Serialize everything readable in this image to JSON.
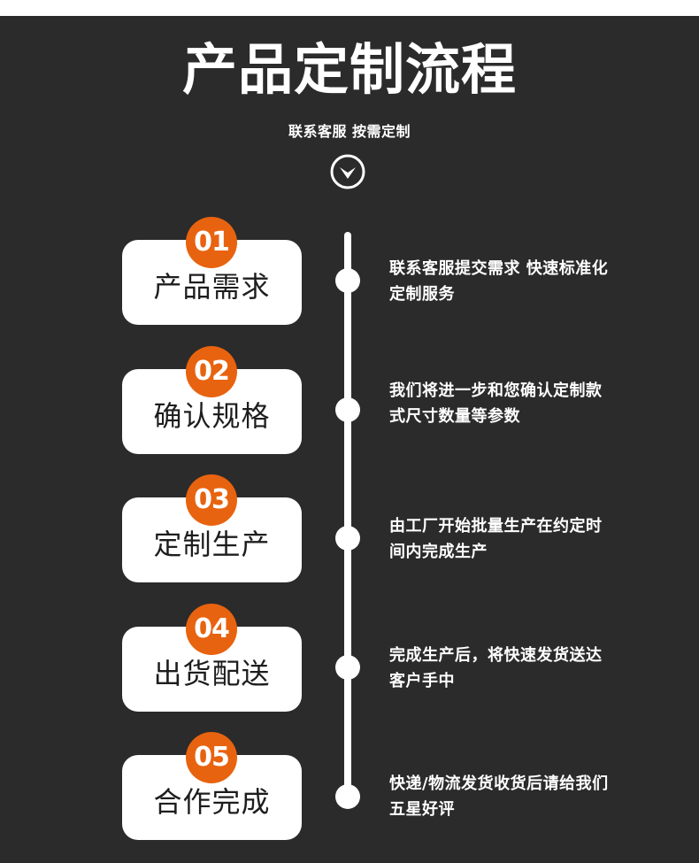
{
  "header": {
    "title": "产品定制流程",
    "subtitle": "联系客服 按需定制",
    "chevron_icon": "chevron-down-circle-icon"
  },
  "colors": {
    "background": "#2b2b2b",
    "accent": "#e8630f",
    "card": "#ffffff"
  },
  "steps": [
    {
      "number": "01",
      "label": "产品需求",
      "description": "联系客服提交需求 快速标准化定制服务"
    },
    {
      "number": "02",
      "label": "确认规格",
      "description": "我们将进一步和您确认定制款式尺寸数量等参数"
    },
    {
      "number": "03",
      "label": "定制生产",
      "description": "由工厂开始批量生产在约定时间内完成生产"
    },
    {
      "number": "04",
      "label": "出货配送",
      "description": "完成生产后，将快速发货送达客户手中"
    },
    {
      "number": "05",
      "label": "合作完成",
      "description": "快递/物流发货收货后请给我们五星好评"
    }
  ]
}
